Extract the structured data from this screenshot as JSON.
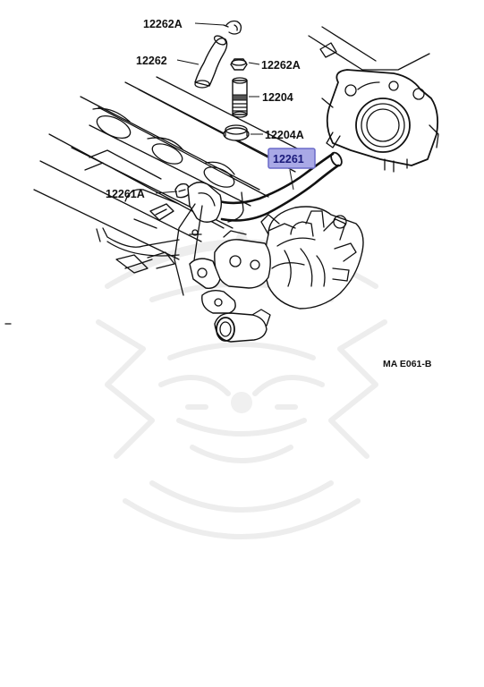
{
  "diagram": {
    "parts": [
      {
        "id": "12262A-top",
        "label": "12262A",
        "highlighted": false
      },
      {
        "id": "12262",
        "label": "12262",
        "highlighted": false
      },
      {
        "id": "12262A-right",
        "label": "12262A",
        "highlighted": false
      },
      {
        "id": "12204",
        "label": "12204",
        "highlighted": false
      },
      {
        "id": "12204A",
        "label": "12204A",
        "highlighted": false
      },
      {
        "id": "12261",
        "label": "12261",
        "highlighted": true
      },
      {
        "id": "12261A",
        "label": "12261A",
        "highlighted": false
      }
    ],
    "figure_code": "MA E061-B"
  },
  "colors": {
    "highlight_fill": "#a9a9e6",
    "highlight_border": "#6a6ac8",
    "line": "#111111",
    "watermark": "#ededed"
  }
}
